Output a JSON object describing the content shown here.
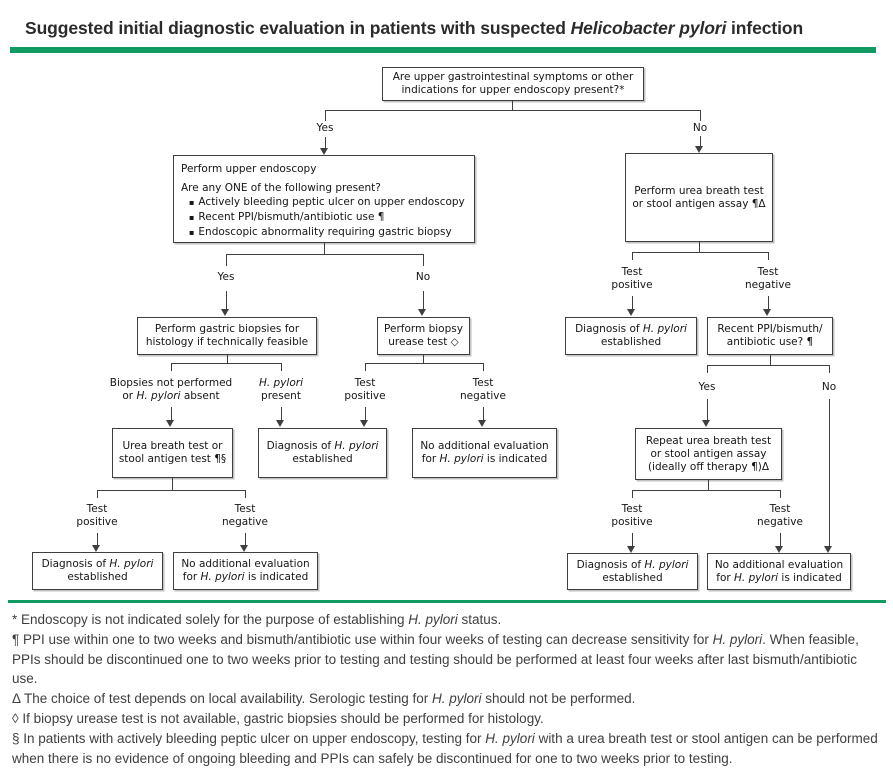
{
  "colors": {
    "accent": "#0f9b62",
    "title_text": "#2b2b2b",
    "body_text": "#3f3f3f",
    "line": "#3f3f3f"
  },
  "header": {
    "title_prefix": "Suggested initial diagnostic evaluation in patients with suspected ",
    "title_italic": "Helicobacter pylori",
    "title_suffix": " infection"
  },
  "labels": {
    "yes": "Yes",
    "no": "No",
    "test": "Test",
    "positive": "positive",
    "negative": "negative",
    "biopsies_line1": "Biopsies not performed",
    "biopsies_line2_pre": "or ",
    "hp": "H. pylori",
    "biopsies_line2_post": " absent",
    "present": "present"
  },
  "boxes": {
    "root_line1": "Are upper gastrointestinal symptoms or other",
    "root_line2": "indications for upper endoscopy present?*",
    "endoscopy_title": "Perform upper endoscopy",
    "endoscopy_question": "Are any ONE of the following present?",
    "bullet_char": "▪",
    "endoscopy_bullets": [
      "Actively bleeding peptic ulcer on upper endoscopy",
      "Recent PPI/bismuth/antibiotic use ¶",
      "Endoscopic abnormality requiring gastric biopsy"
    ],
    "ubt_line1": "Perform urea breath test",
    "ubt_line2": "or stool antigen assay ¶Δ",
    "gastric_line1": "Perform gastric biopsies for",
    "gastric_line2": "histology if technically feasible",
    "urease_line1": "Perform biopsy",
    "urease_line2": "urease test ◇",
    "ubt_stool_line1": "Urea breath test or",
    "ubt_stool_line2": "stool antigen test ¶§",
    "diagnosis_line1_pre": "Diagnosis of ",
    "diagnosis_line1_it": "H. pylori",
    "diagnosis_line2": "established",
    "noadd_line1": "No additional evaluation",
    "noadd_line2_pre": "for ",
    "noadd_line2_it": "H. pylori",
    "noadd_line2_post": " is indicated",
    "recent_line1": "Recent PPI/bismuth/",
    "recent_line2": "antibiotic use? ¶",
    "repeat_line1": "Repeat urea breath test",
    "repeat_line2": "or stool antigen assay",
    "repeat_line3": "(ideally off therapy ¶)Δ"
  },
  "footnotes": [
    {
      "pre": "* Endoscopy is not indicated solely for the purpose of establishing ",
      "it": "H. pylori",
      "post": " status."
    },
    {
      "pre": "¶ PPI use within one to two weeks and bismuth/antibiotic use within four weeks of testing can decrease sensitivity for ",
      "it": "H. pylori",
      "post": ". When feasible, PPIs should be discontinued one to two weeks prior to testing and testing should be performed at least four weeks after last bismuth/antibiotic use."
    },
    {
      "pre": "Δ The choice of test depends on local availability. Serologic testing for ",
      "it": "H. pylori",
      "post": " should not be performed."
    },
    {
      "pre": "◊ If biopsy urease test is not available, gastric biopsies should be performed for histology.",
      "it": "",
      "post": ""
    },
    {
      "pre": "§ In patients with actively bleeding peptic ulcer on upper endoscopy, testing for ",
      "it": "H. pylori",
      "post": " with a urea breath test or stool antigen can be performed when there is no evidence of ongoing bleeding and PPIs can safely be discontinued for one to two weeks prior to testing."
    }
  ]
}
